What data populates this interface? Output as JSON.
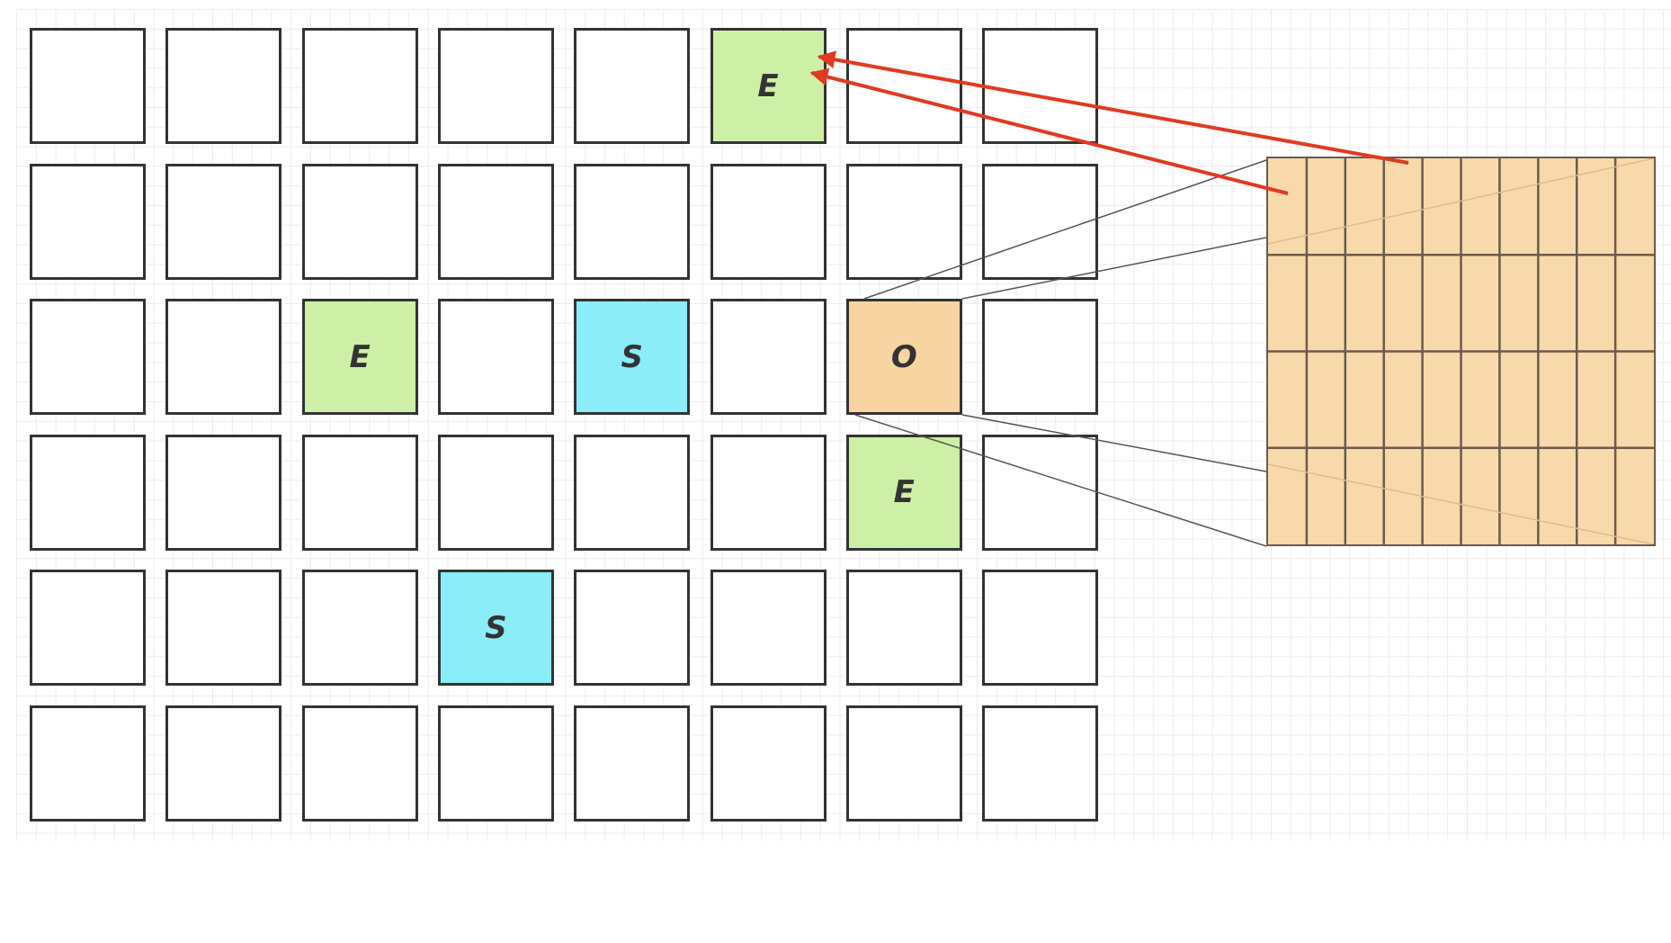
{
  "grid": {
    "rows": 6,
    "cols": 8,
    "cells": [
      {
        "row": 0,
        "col": 5,
        "label": "E",
        "fill": "#cdf0a6"
      },
      {
        "row": 2,
        "col": 2,
        "label": "E",
        "fill": "#cdf0a6"
      },
      {
        "row": 2,
        "col": 4,
        "label": "S",
        "fill": "#8aedf8"
      },
      {
        "row": 2,
        "col": 6,
        "label": "O",
        "fill": "#f7d4a1"
      },
      {
        "row": 3,
        "col": 6,
        "label": "E",
        "fill": "#cdf0a6"
      },
      {
        "row": 4,
        "col": 3,
        "label": "S",
        "fill": "#8aedf8"
      }
    ]
  },
  "zoom": {
    "source_cell": {
      "row": 2,
      "col": 6
    },
    "fill": "#f7d9ab",
    "grid_line_color": "#6b5b4e",
    "rows": 4,
    "cols": 10
  },
  "arrows": {
    "color": "#e03a21",
    "target_cell": {
      "row": 0,
      "col": 5
    }
  }
}
